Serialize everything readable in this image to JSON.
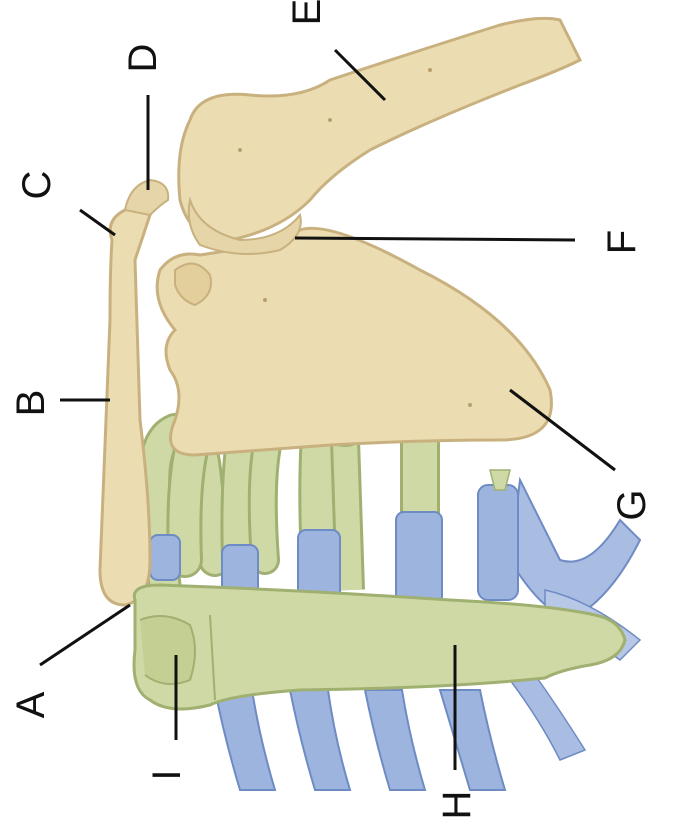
{
  "labels": {
    "a": "A",
    "b": "B",
    "c": "C",
    "d": "D",
    "e": "E",
    "f": "F",
    "g": "G",
    "h": "H",
    "i": "I"
  },
  "colors": {
    "bone": "#ecdcb2",
    "bone_shade": "#c9b17f",
    "rib": "#cfd9a5",
    "rib_shade": "#9fb071",
    "cartilage": "#9db4de",
    "cartilage_shade": "#6f8bc4",
    "ink": "#111111"
  }
}
